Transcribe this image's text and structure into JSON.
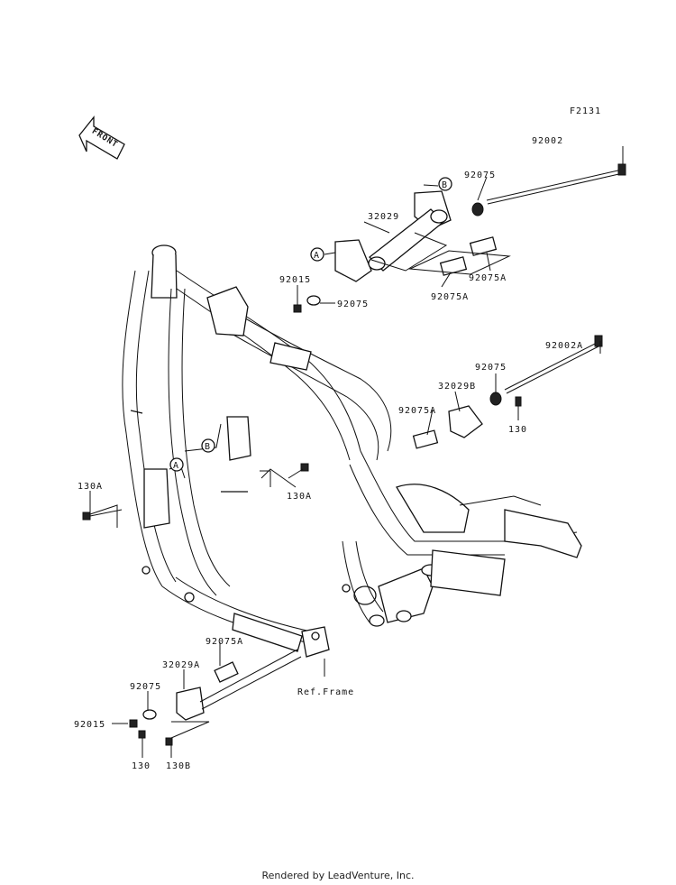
{
  "diagram_code": "F2131",
  "front_label": "FRONT",
  "callouts": {
    "A": "A",
    "B": "B"
  },
  "parts": {
    "p92002": "92002",
    "p92075_top": "92075",
    "p32029": "32029",
    "p92075A_right": "92075A",
    "p92075A_mid": "92075A",
    "p92015_top": "92015",
    "p92075_mid": "92075",
    "p92002A": "92002A",
    "p92075_r2": "92075",
    "p32029B": "32029B",
    "p92075A_r2": "92075A",
    "p130_r": "130",
    "p130A_left": "130A",
    "p130A_mid": "130A",
    "p92075A_bottom": "92075A",
    "p32029A": "32029A",
    "p92075_bottom": "92075",
    "p92015_bottom": "92015",
    "p130_bottom": "130",
    "p130B": "130B",
    "ref_frame": "Ref.Frame"
  },
  "footer": "Rendered by LeadVenture, Inc."
}
